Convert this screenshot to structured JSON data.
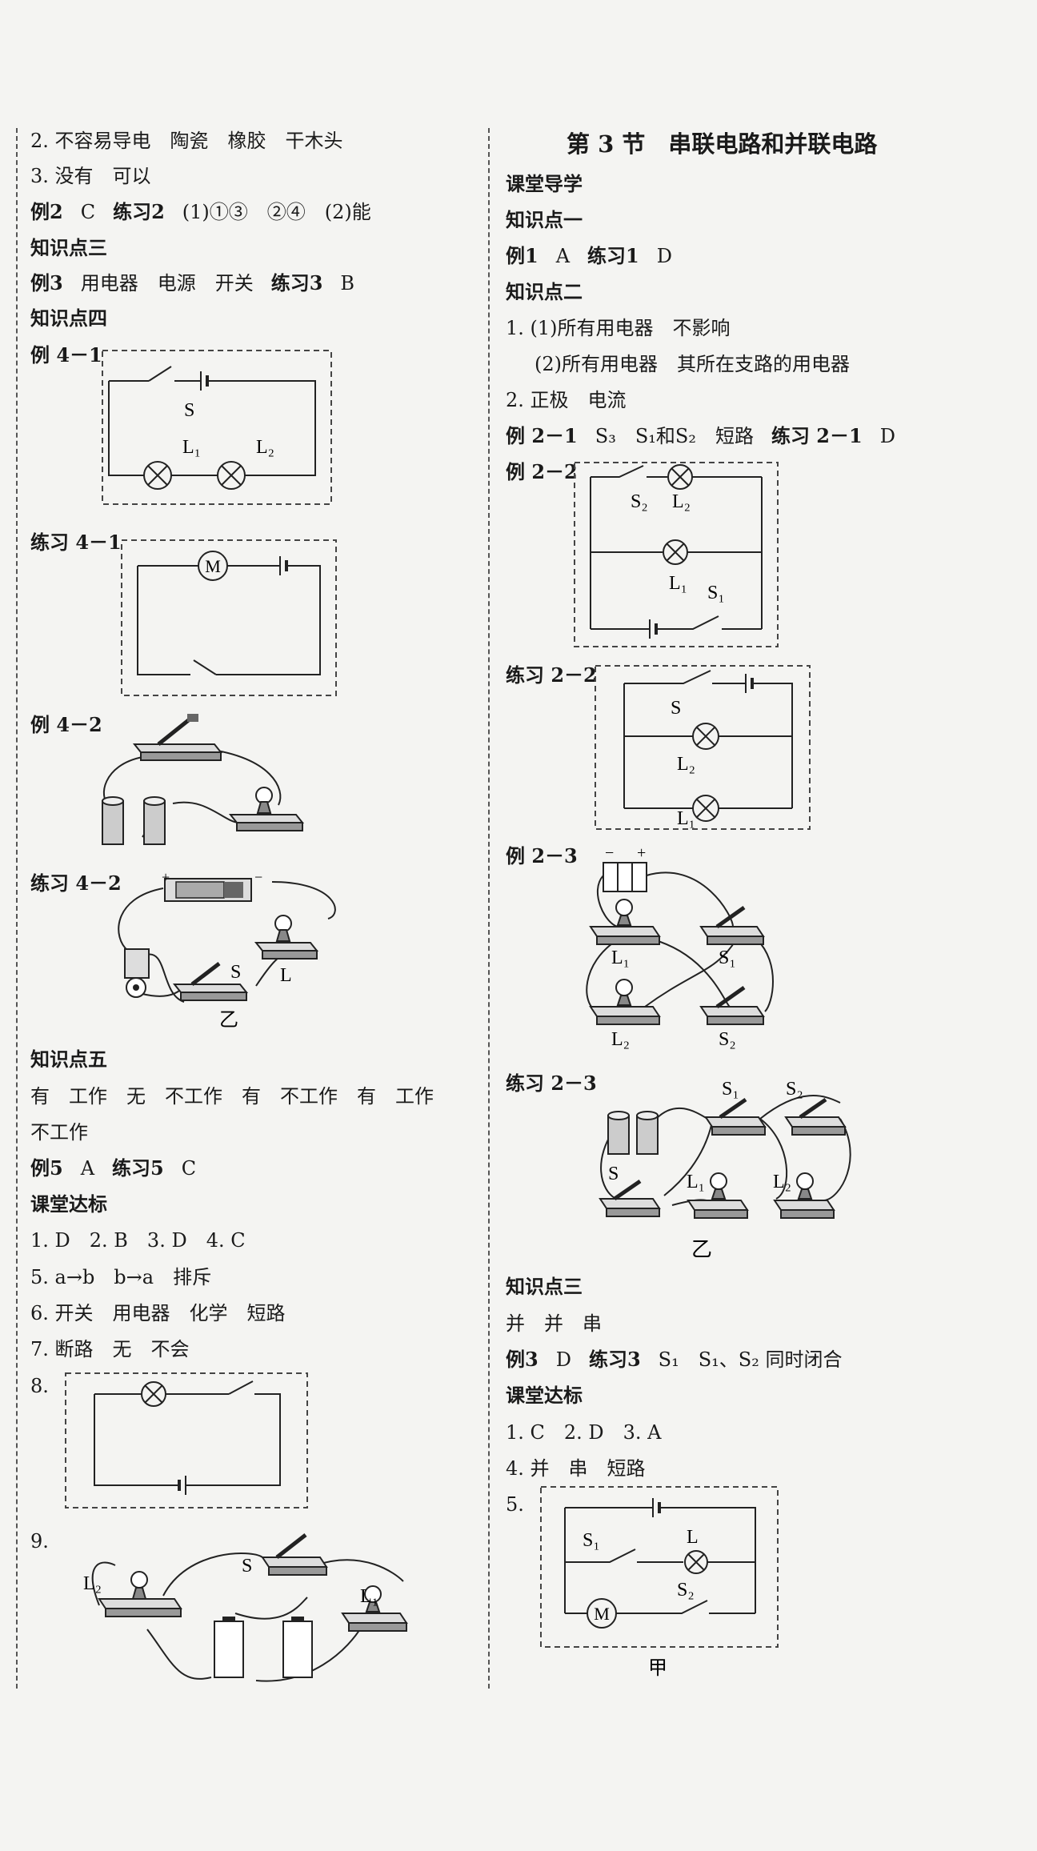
{
  "left": {
    "l1": "2. 不容易导电　陶瓷　橡胶　干木头",
    "l2": "3. 没有　可以",
    "l3a": "例2",
    "l3b": "C",
    "l3c": "练习2",
    "l3d": "(1)①③　②④　(2)能",
    "kp3": "知识点三",
    "l5a": "例3",
    "l5b": "用电器　电源　开关",
    "l5c": "练习3",
    "l5d": "B",
    "kp4": "知识点四",
    "ex41": "例 4－1",
    "pr41": "练习 4－1",
    "ex42": "例 4－2",
    "pr42": "练习 4－2",
    "kp5": "知识点五",
    "kp5text1": "有　工作　无　不工作　有　不工作　有　工作",
    "kp5text2": "不工作",
    "l5ex_a": "例5",
    "l5ex_b": "A",
    "l5ex_c": "练习5",
    "l5ex_d": "C",
    "class_std": "课堂达标",
    "s1": "1. D　2. B　3. D　4. C",
    "s5": "5. a→b　b→a　排斥",
    "s6": "6. 开关　用电器　化学　短路",
    "s7": "7. 断路　无　不会",
    "s8": "8.",
    "s9": "9."
  },
  "right": {
    "title": "第 3 节　串联电路和并联电路",
    "guide": "课堂导学",
    "kp1": "知识点一",
    "ex1a": "例1",
    "ex1b": "A",
    "ex1c": "练习1",
    "ex1d": "D",
    "kp2": "知识点二",
    "r1": "1. (1)所有用电器　不影响",
    "r2": "(2)所有用电器　其所在支路的用电器",
    "r3": "2. 正极　电流",
    "ex21a": "例 2－1",
    "ex21b": "S₃　S₁和S₂　短路",
    "ex21c": "练习 2－1",
    "ex21d": "D",
    "ex22": "例 2－2",
    "pr22": "练习 2－2",
    "ex23": "例 2－3",
    "pr23": "练习 2－3",
    "kp3": "知识点三",
    "kp3text": "并　并　串",
    "ex3a": "例3",
    "ex3b": "D",
    "ex3c": "练习3",
    "ex3d": "S₁　S₁、S₂ 同时闭合",
    "class_std": "课堂达标",
    "q1": "1. C　2. D　3. A",
    "q4": "4. 并　串　短路",
    "q5": "5."
  },
  "labels": {
    "S": "S",
    "L1": "L₁",
    "L2": "L₂",
    "S1": "S₁",
    "S2": "S₂",
    "L": "L",
    "M": "M",
    "yi": "乙",
    "jia": "甲"
  }
}
